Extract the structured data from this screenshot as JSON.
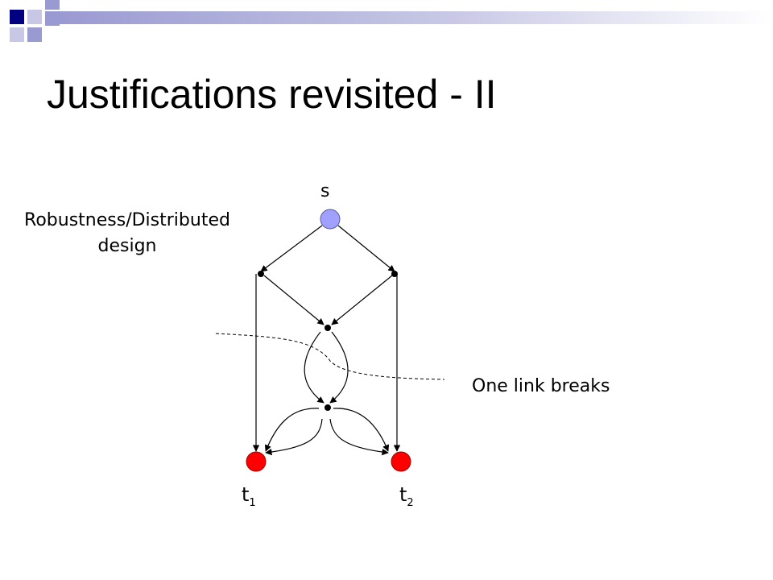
{
  "slide": {
    "title": "Justifications revisited - II"
  },
  "theme": {
    "deco_dark": "#000080",
    "deco_mid": "#9A9AD2",
    "deco_light": "#C8C8E6",
    "source_color": "#A0A0FF",
    "sink_color": "#FF0000"
  },
  "diagram": {
    "source_label": "s",
    "sink1_label": "t",
    "sink1_sub": "1",
    "sink2_label": "t",
    "sink2_sub": "2",
    "annotation_left_line1": "Robustness/Distributed",
    "annotation_left_line2": "design",
    "annotation_right": "One link breaks"
  }
}
